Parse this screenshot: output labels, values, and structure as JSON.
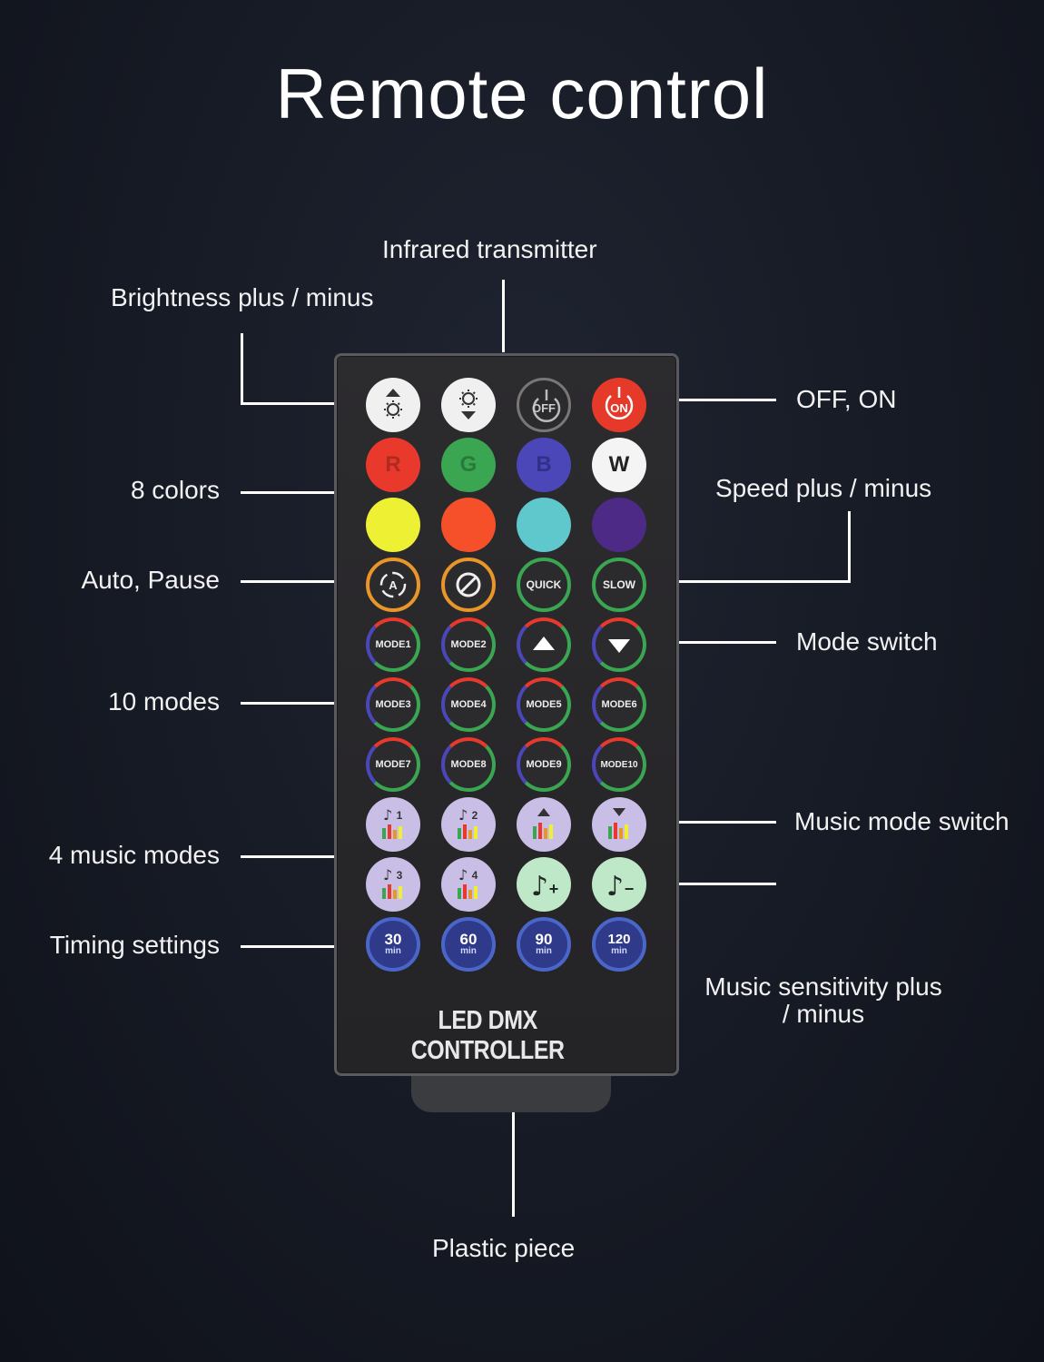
{
  "title": "Remote control",
  "labels": {
    "infrared": "Infrared transmitter",
    "brightness": "Brightness plus / minus",
    "off_on": "OFF, ON",
    "colors": "8 colors",
    "speed": "Speed plus / minus",
    "auto_pause": "Auto, Pause",
    "mode_switch": "Mode switch",
    "modes": "10 modes",
    "music_mode_switch": "Music mode switch",
    "music_modes": "4 music modes",
    "timing": "Timing settings",
    "sensitivity_line1": "Music sensitivity plus",
    "sensitivity_line2": "/ minus",
    "plastic": "Plastic piece"
  },
  "remote": {
    "brand": "LED DMX CONTROLLER",
    "buttons": {
      "off": "OFF",
      "on": "ON",
      "r": "R",
      "g": "G",
      "b": "B",
      "w": "W",
      "quick": "QUICK",
      "slow": "SLOW",
      "mode1": "MODE1",
      "mode2": "MODE2",
      "mode3": "MODE3",
      "mode4": "MODE4",
      "mode5": "MODE5",
      "mode6": "MODE6",
      "mode7": "MODE7",
      "mode8": "MODE8",
      "mode9": "MODE9",
      "mode10": "MODE10",
      "music1": "1",
      "music2": "2",
      "music3": "3",
      "music4": "4",
      "sens_plus": "+",
      "sens_minus": "−",
      "t30": "30",
      "t60": "60",
      "t90": "90",
      "t120": "120",
      "min": "min"
    },
    "colors": {
      "red": "#e8392c",
      "green": "#3aa652",
      "blue": "#4b47b8",
      "white": "#f4f4f4",
      "yellow": "#eef034",
      "orange": "#f5502a",
      "cyan": "#5ec8cc",
      "purple": "#4c2a86",
      "power_on": "#e5392a"
    }
  }
}
